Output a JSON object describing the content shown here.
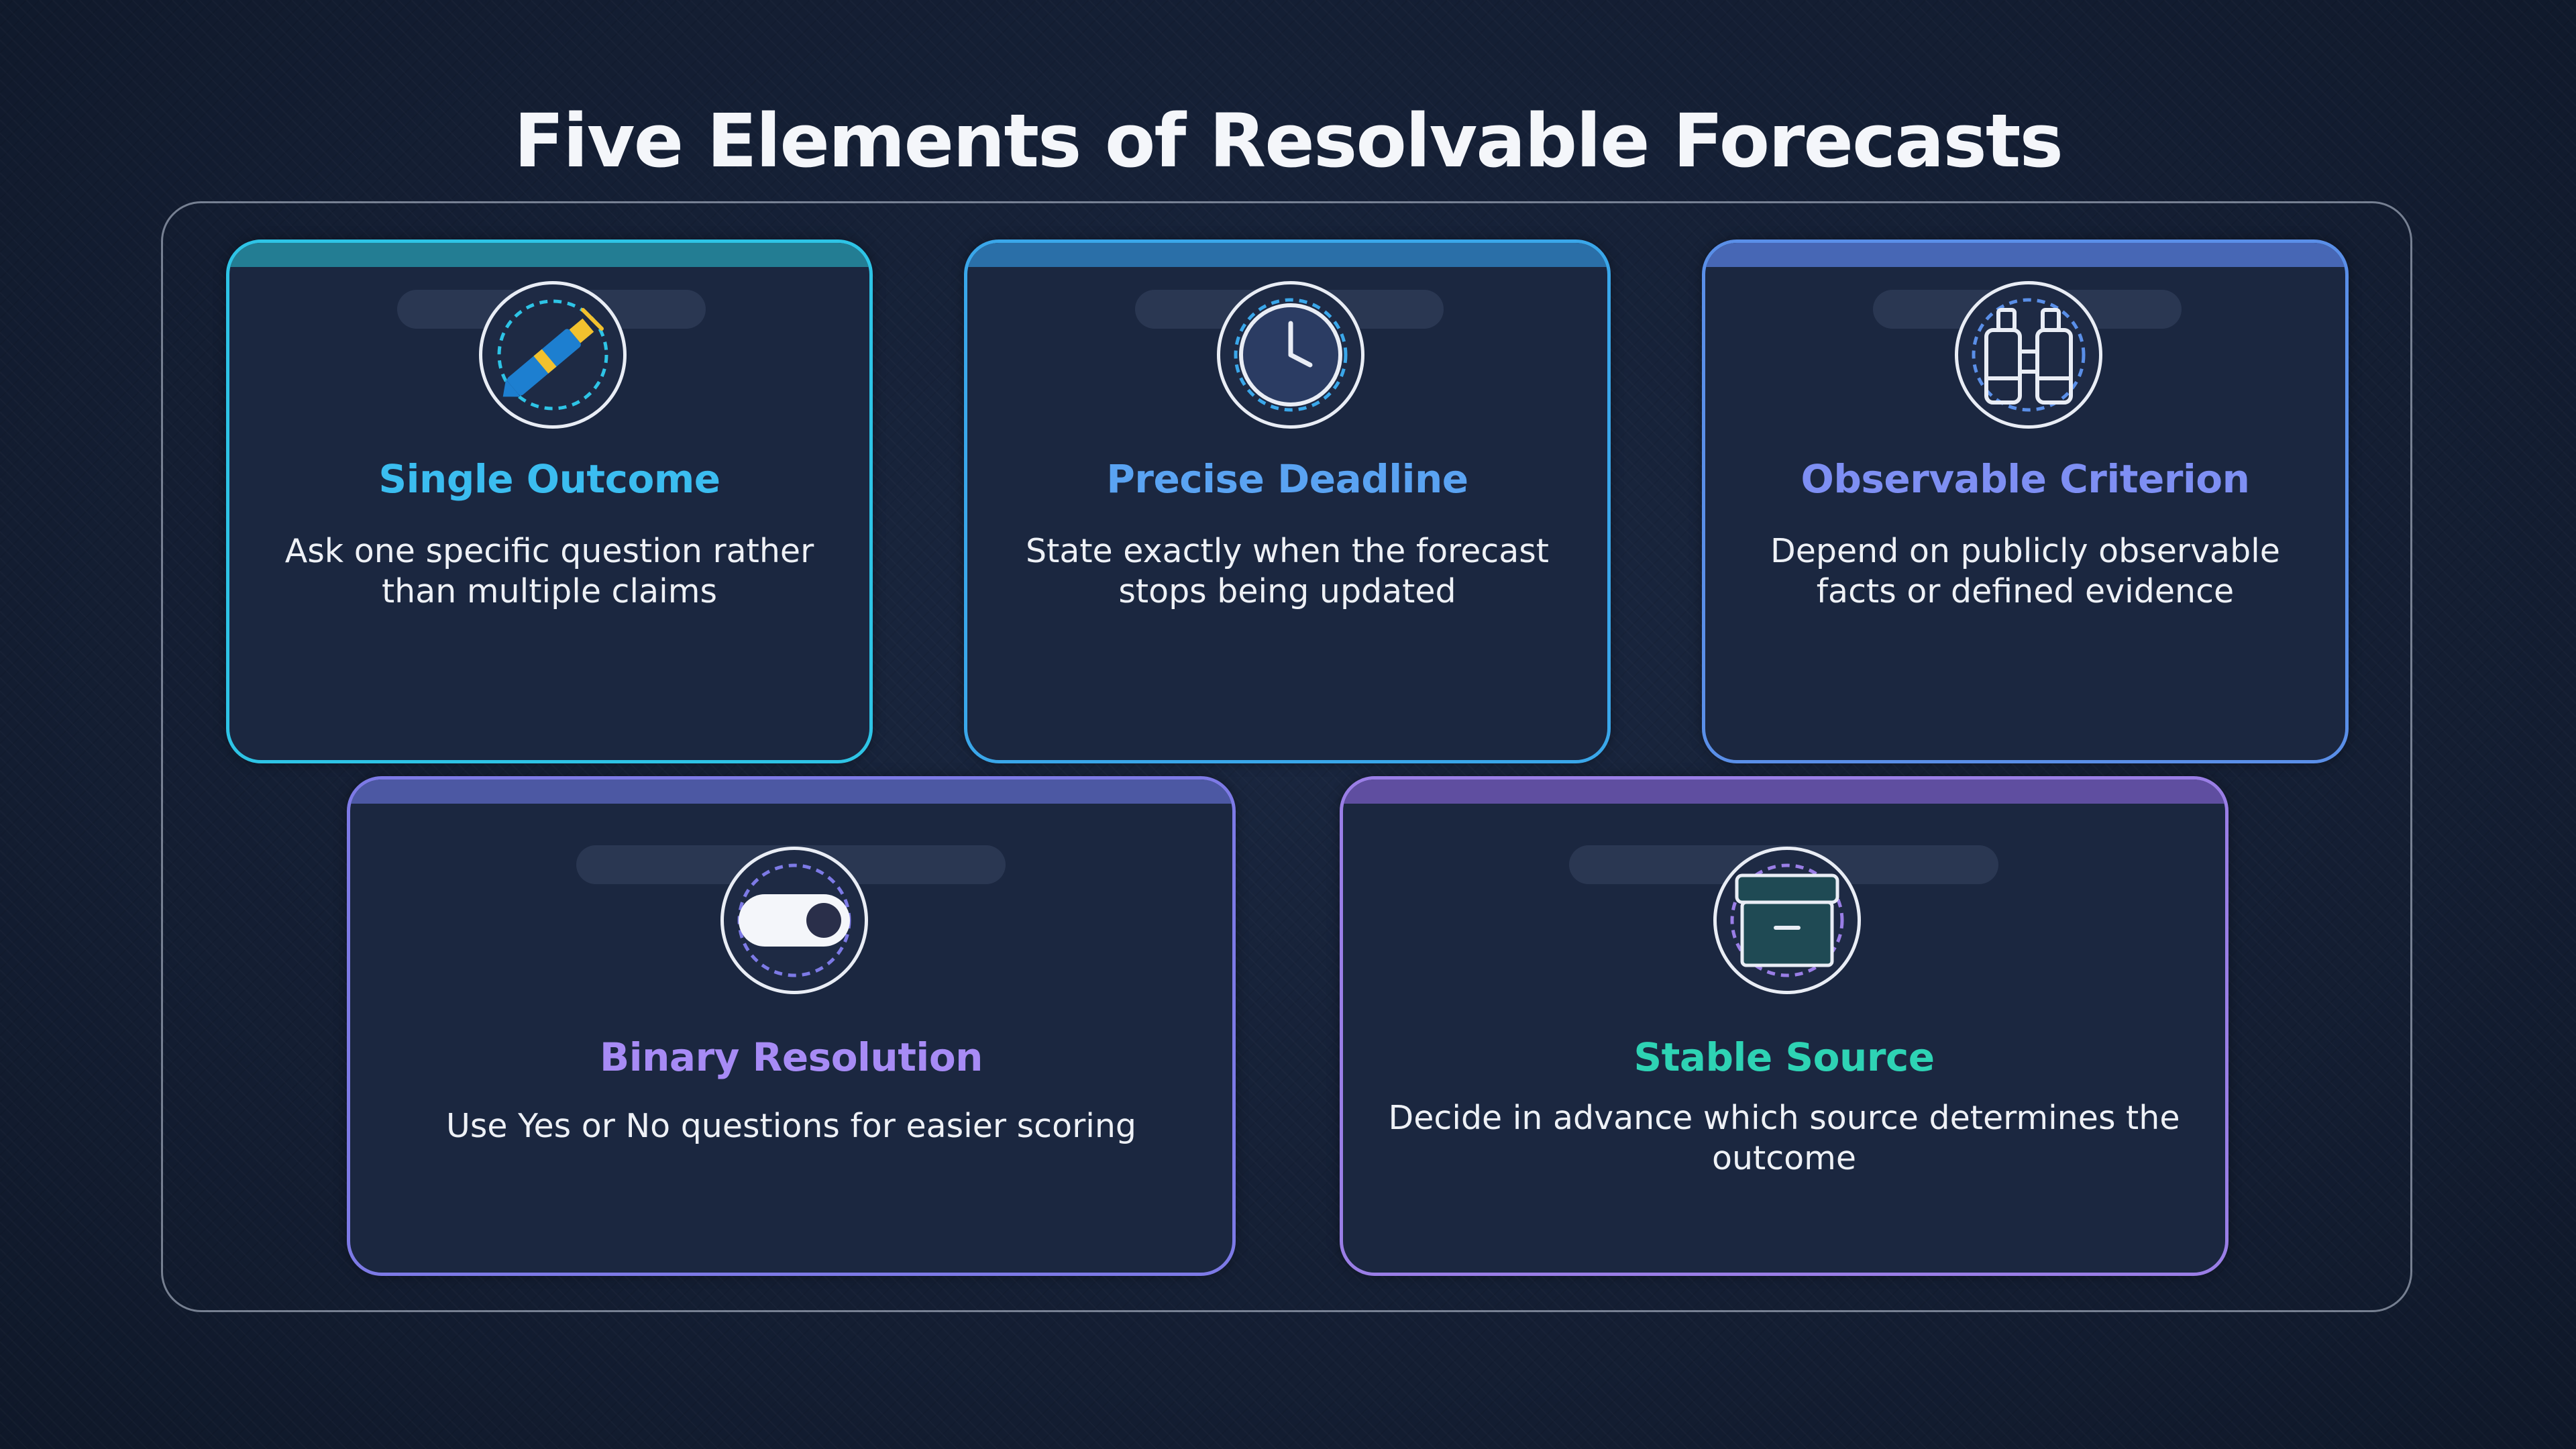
{
  "title": "Five Elements of Resolvable Forecasts",
  "cards": [
    {
      "heading": "Single Outcome",
      "description": "Ask one specific question rather than multiple claims",
      "icon": "pen-icon",
      "accent": "#2ec4e6"
    },
    {
      "heading": "Precise Deadline",
      "description": "State exactly when the forecast stops being updated",
      "icon": "clock-icon",
      "accent": "#3aa7ea"
    },
    {
      "heading": "Observable Criterion",
      "description": "Depend on publicly observable facts or defined evidence",
      "icon": "binoculars-icon",
      "accent": "#5a8fe8"
    },
    {
      "heading": "Binary Resolution",
      "description": "Use Yes or No questions for easier scoring",
      "icon": "toggle-icon",
      "accent": "#7d7ae6"
    },
    {
      "heading": "Stable Source",
      "description": "Decide in advance which source determines the outcome",
      "icon": "archive-box-icon",
      "accent": "#9a7ee6"
    }
  ]
}
